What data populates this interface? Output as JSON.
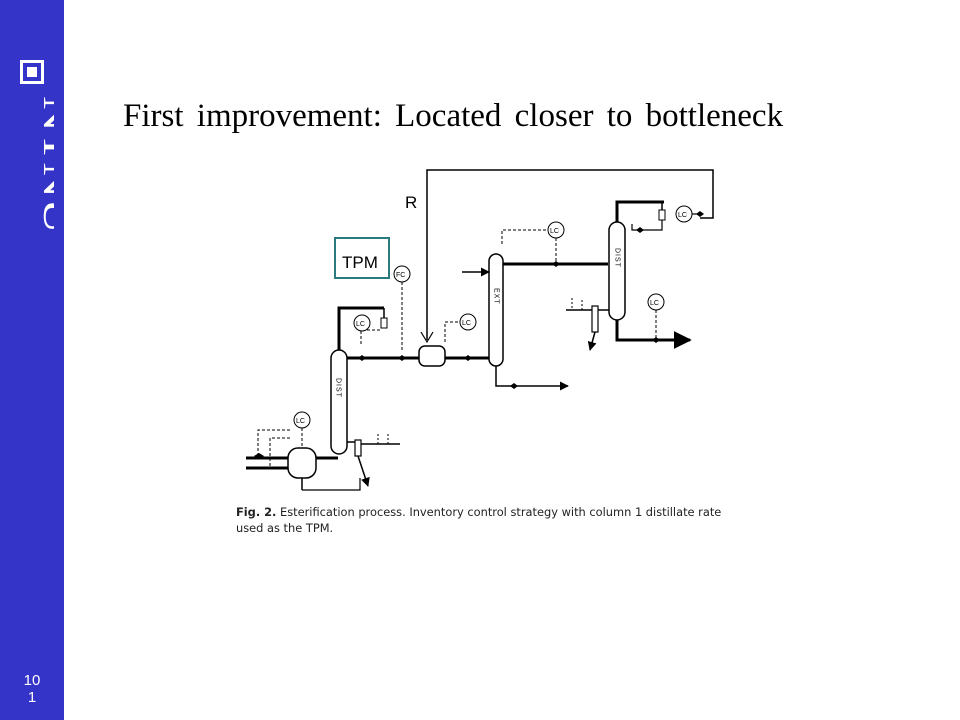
{
  "branding": {
    "logo_text": "NTNU",
    "sidebar_color": "#3434c8"
  },
  "slide": {
    "number_top": "10",
    "number_bottom": "1",
    "title": "First improvement: Located closer to bottleneck"
  },
  "diagram": {
    "recycle_label": "R",
    "tpm_label": "TPM",
    "tpm_box_color": "#2a7a80",
    "fc_label": "FC",
    "lc_label": "LC",
    "dist_column_text": "DIST",
    "ext_column_text": "EXT",
    "caption_prefix": "Fig. 2.",
    "caption_text": "Esterification process. Inventory control strategy with column 1 distillate rate used as the TPM."
  }
}
